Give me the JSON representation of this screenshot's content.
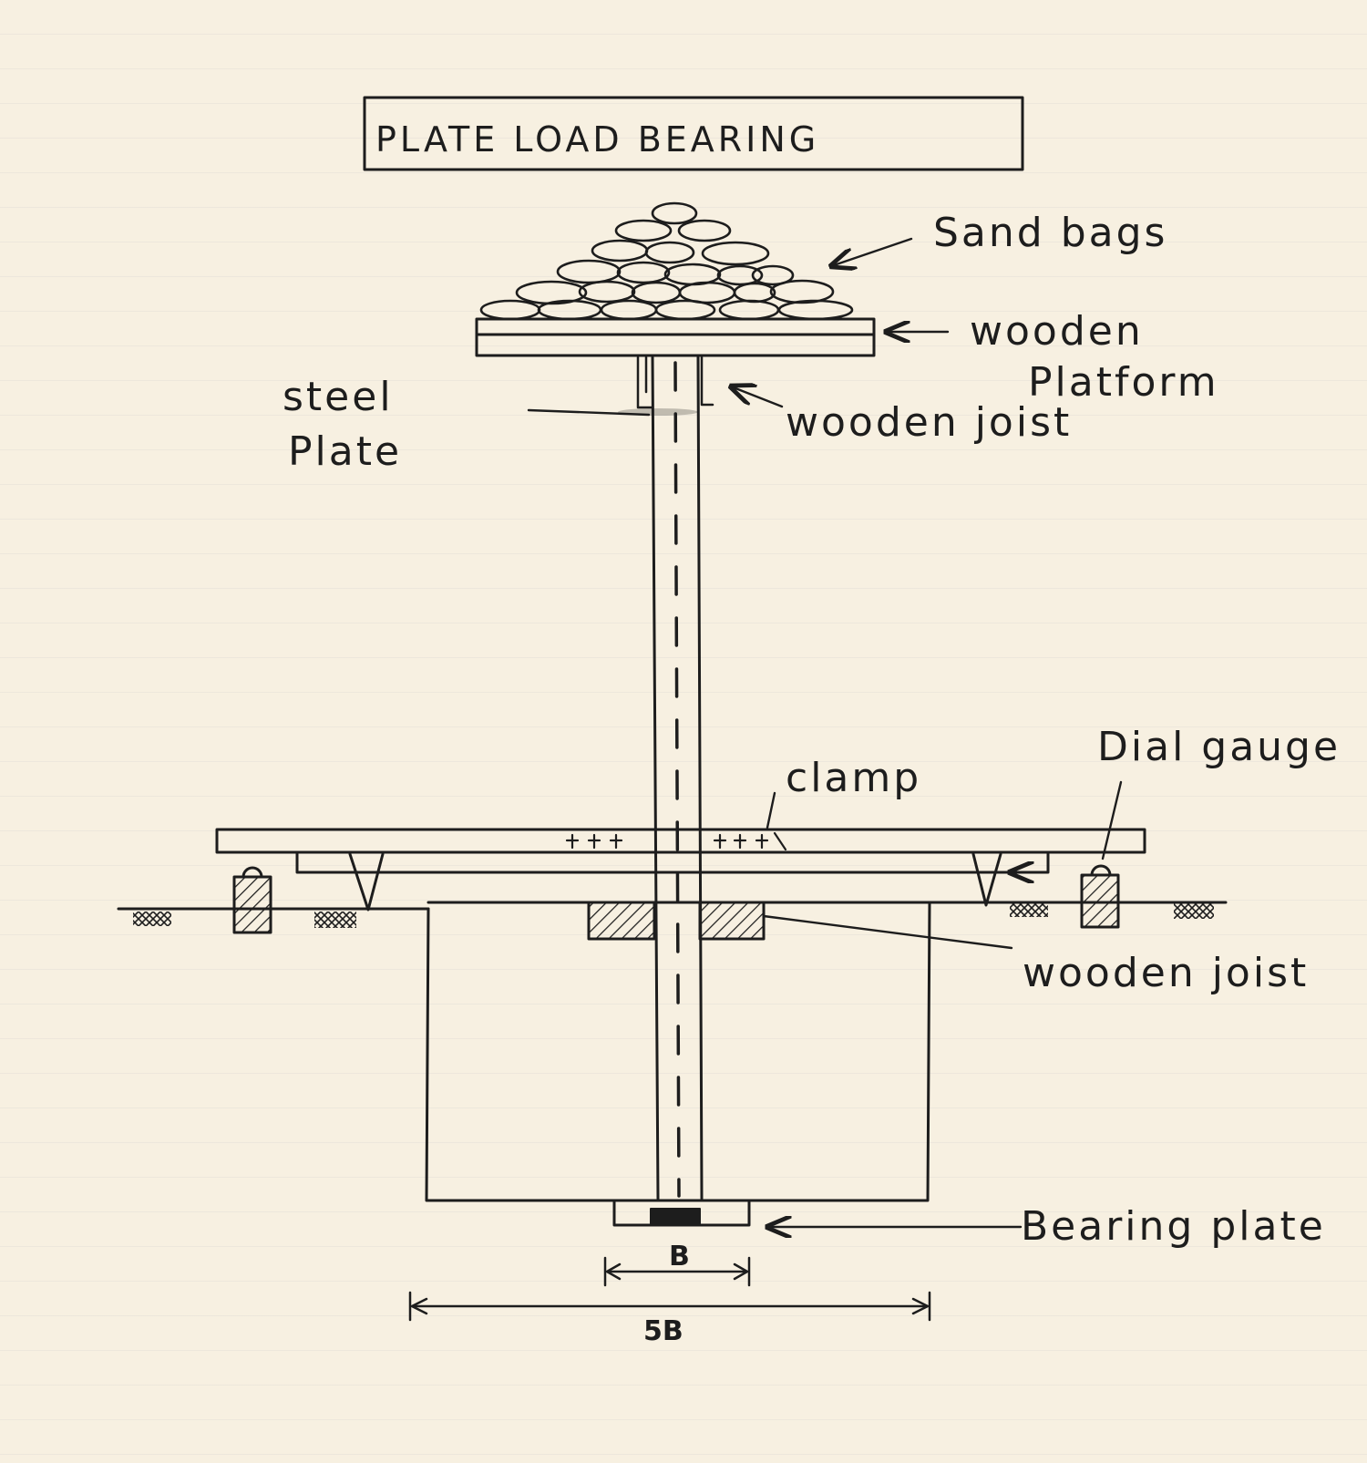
{
  "title": "PLATE LOAD BEARING",
  "labels": {
    "sand_bags": "Sand bags",
    "wooden_platform_line1": "wooden",
    "wooden_platform_line2": "Platform",
    "steel_plate_line1": "steel",
    "steel_plate_line2": "Plate",
    "wooden_joist_top": "wooden joist",
    "clamp": "clamp",
    "dial_gauge": "Dial gauge",
    "wooden_joist_bottom": "wooden joist",
    "bearing_plate": "Bearing plate"
  },
  "dimensions": {
    "plate_width": "B",
    "pit_width": "5B"
  },
  "colors": {
    "paper": "#f7f0e1",
    "ink": "#1d1d1d"
  }
}
